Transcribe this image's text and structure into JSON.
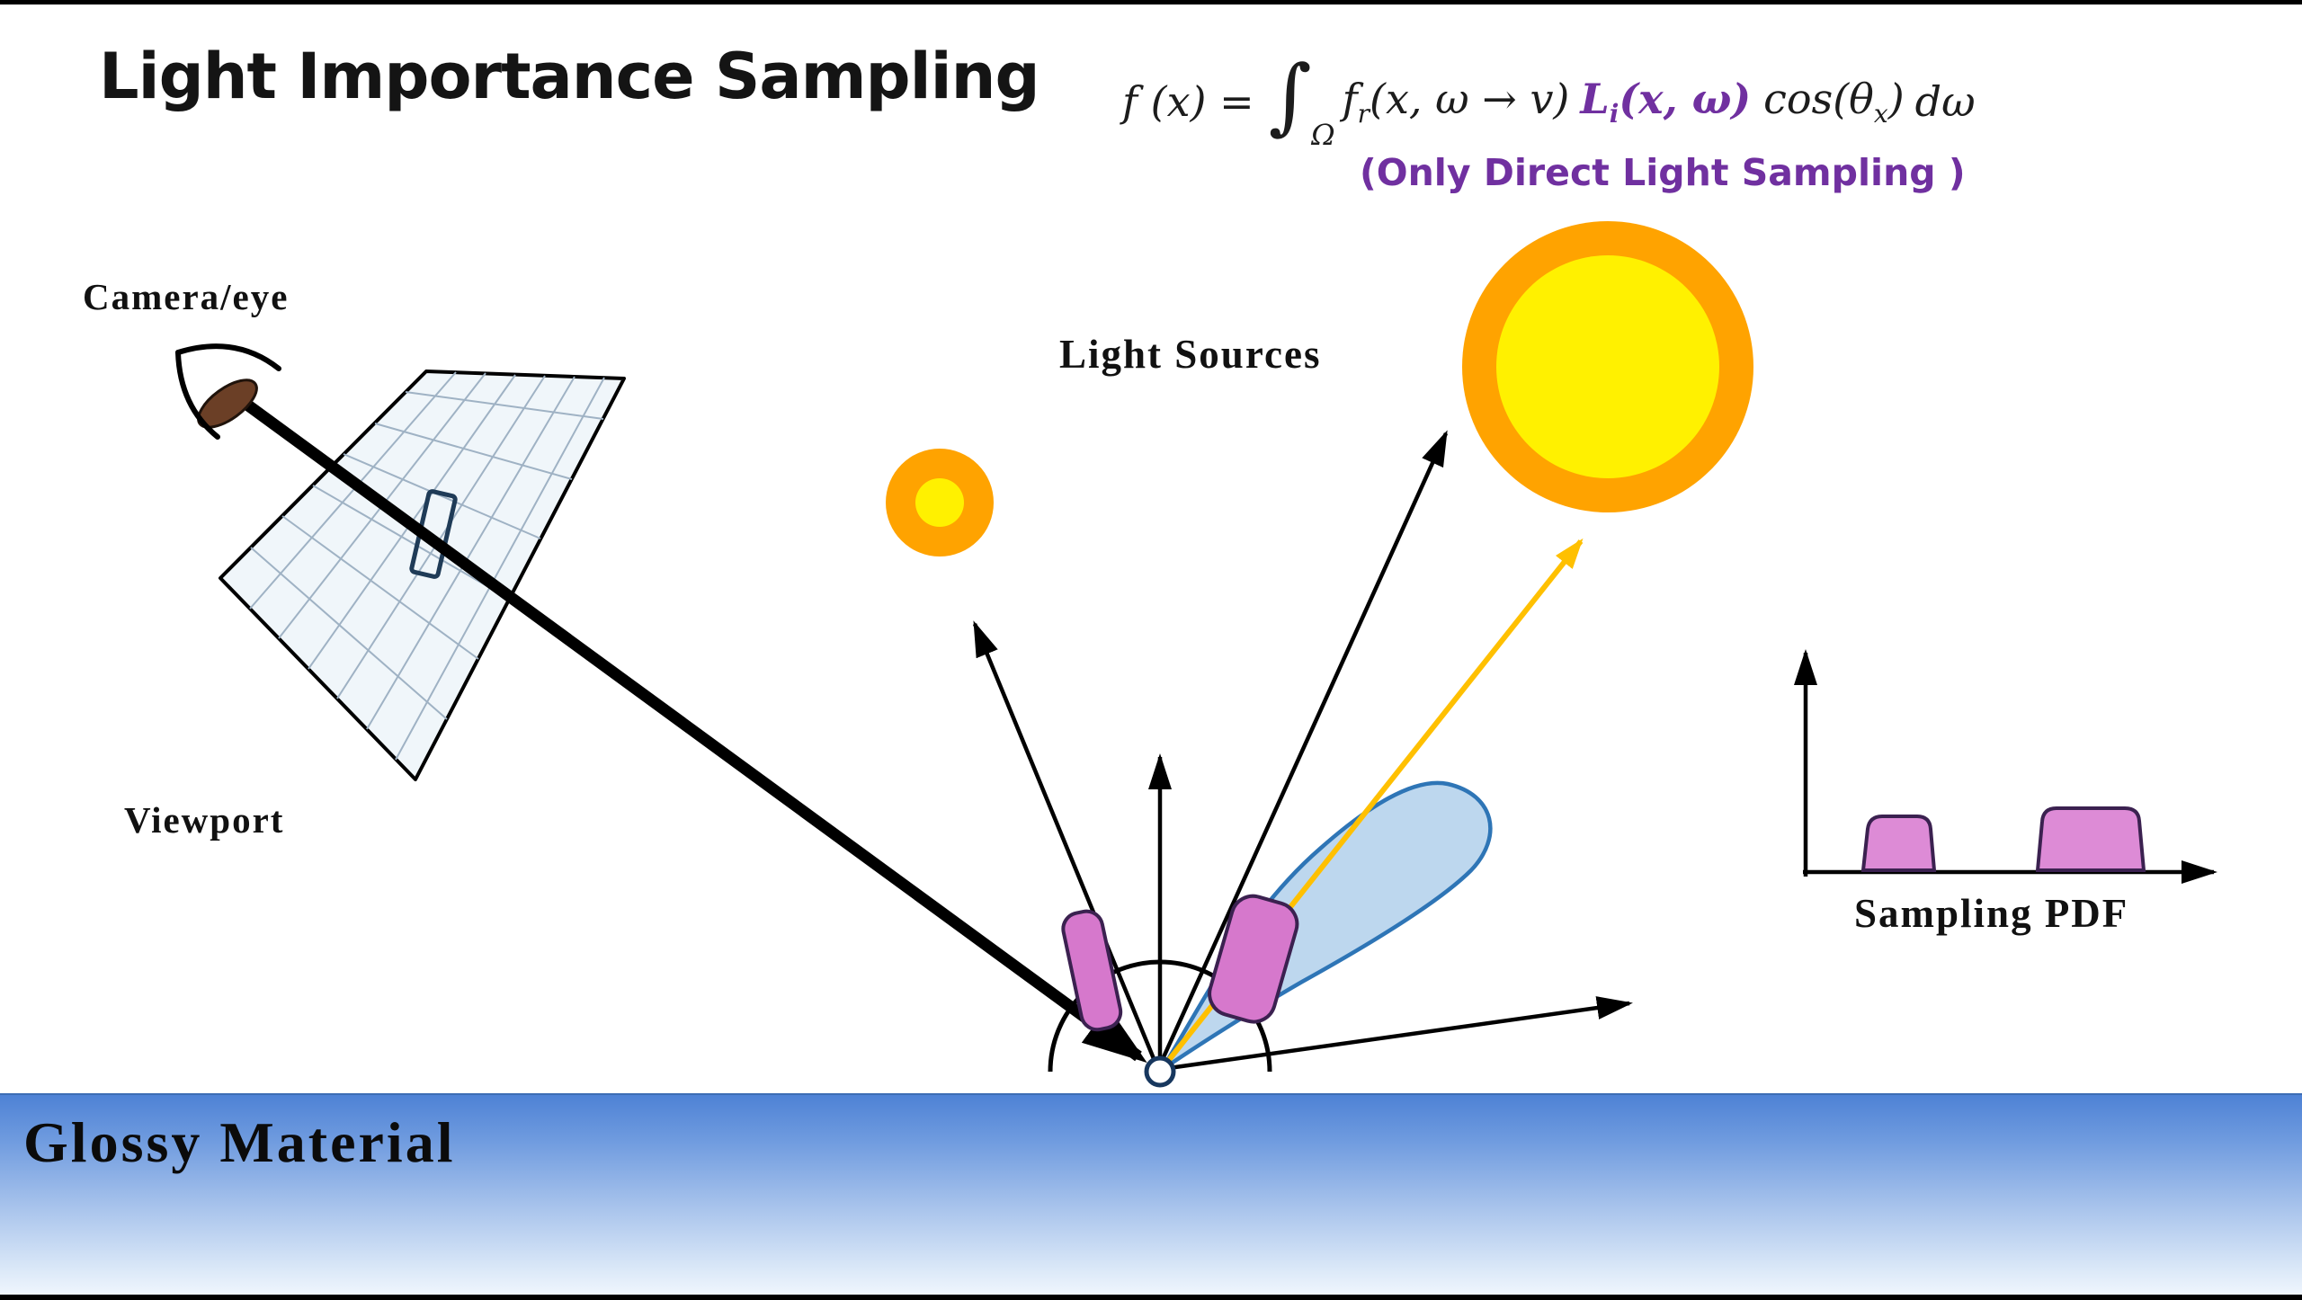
{
  "slide": {
    "title": "Light Importance Sampling",
    "subtitle_note": "(Only Direct Light Sampling )"
  },
  "formula": {
    "lhs": "f (x) =",
    "integral_symbol": "∫",
    "integral_domain": "Ω",
    "brdf_base": "f",
    "brdf_sub": "r",
    "brdf_args": "(x, ω → v)",
    "radiance_base": "L",
    "radiance_sub": "i",
    "radiance_args": "(x, ω)",
    "cosine_open": "cos(θ",
    "cosine_sub": "x",
    "cosine_close": ")",
    "differential": "dω"
  },
  "labels": {
    "camera": "Camera/eye",
    "viewport": "Viewport",
    "light_sources": "Light Sources",
    "sampling_pdf": "Sampling PDF",
    "glossy_material": "Glossy Material"
  },
  "colors": {
    "accent_purple": "#7030A0",
    "sun_orange": "#FFA300",
    "sun_core_yellow": "#FFF100",
    "ray_yellow": "#FFC000",
    "lobe_blue_fill": "#BDD7EE",
    "lobe_blue_stroke": "#2E75B6",
    "pdf_pink_fill": "#DD8BD6",
    "pdf_pink_stroke": "#3B2150",
    "surface_blue_top": "#4E82D5",
    "surface_blue_bottom": "#F5F9FF"
  }
}
